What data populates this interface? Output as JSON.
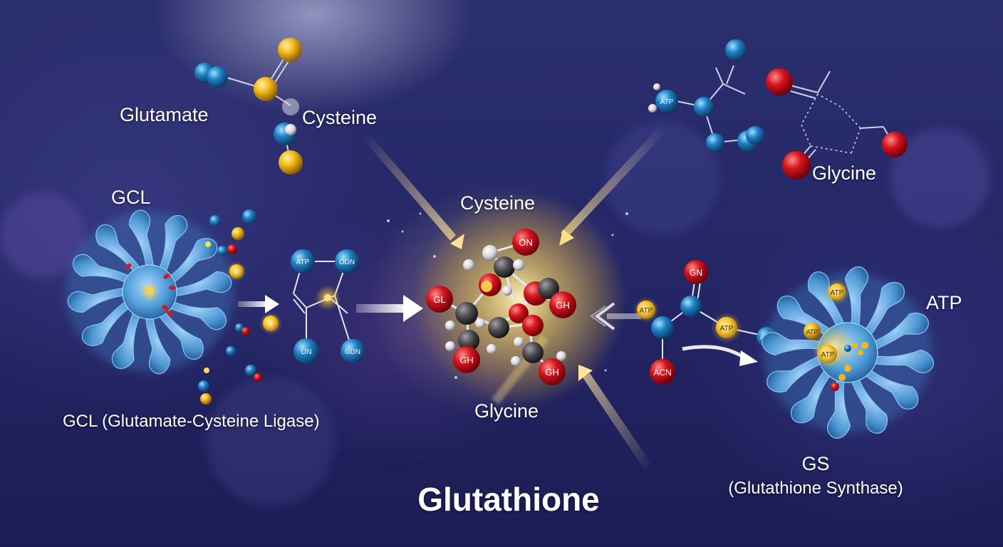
{
  "labels": {
    "glutamate_top": "Glutamate",
    "cysteine_top": "Cysteine",
    "glycine_top": "Glycine",
    "gcl": "GCL",
    "gcl_full": "GCL (Glutamate-Cysteine Ligase)",
    "cysteine_center": "Cysteine",
    "glycine_center": "Glycine",
    "atp_right": "ATP",
    "gs": "GS",
    "gs_full": "(Glutathione Synthase)",
    "title": "Glutathione"
  },
  "atom_labels": {
    "atp_top_right": "ATP",
    "atp_mid_a": "ATP",
    "odn_mid": "ODN",
    "on_mid": "ON",
    "gdn_mid": "GDN",
    "on_center_top": "ON",
    "gl_center_left": "GL",
    "gh_center_right": "GH",
    "gh_center_bottom_left": "GH",
    "gh_center_bottom_right": "GH",
    "gn_right_top": "GN",
    "acn_right_bottom": "ACN",
    "atp_right_chain_a": "ATP",
    "atp_right_chain_b": "ATP",
    "adn_right_chain": "ADN",
    "atp_gs_top": "ATP",
    "atp_gs_center": "ATP",
    "atp_gs_left": "ATP"
  },
  "colors": {
    "oxygen_red": "#d3141e",
    "sulfur_gold": "#f2b81b",
    "nitrogen_blue": "#1f80c4",
    "carbon_gray": "#4a4a4e",
    "enzyme_blue": "#5aa6e0",
    "glow_yellow": "#ffe27a"
  }
}
